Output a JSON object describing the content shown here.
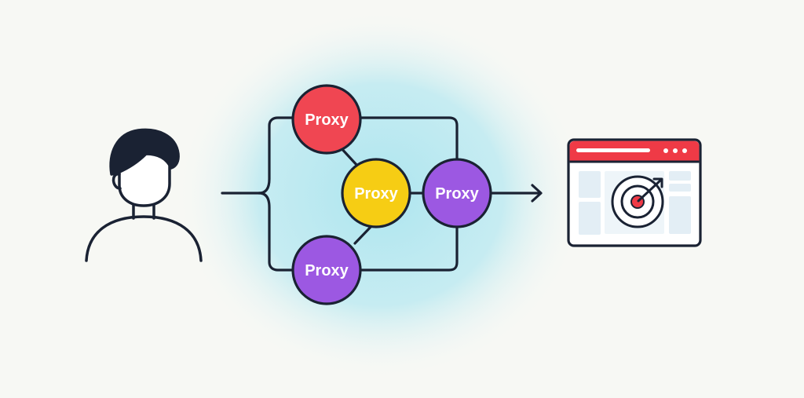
{
  "diagram": {
    "user": {
      "icon": "person-icon"
    },
    "proxies": [
      {
        "label": "Proxy",
        "color": "#f04652"
      },
      {
        "label": "Proxy",
        "color": "#f6cd14"
      },
      {
        "label": "Proxy",
        "color": "#9c58e2"
      },
      {
        "label": "Proxy",
        "color": "#9c58e2"
      }
    ],
    "target": {
      "icon": "target-website-icon",
      "bar_color": "#ef3a46",
      "bullseye_color": "#ef3a46"
    },
    "colors": {
      "stroke": "#1a2233",
      "glow": "#a9e4ef",
      "background": "#f7f8f4",
      "panel": "#e7f1f6"
    }
  }
}
